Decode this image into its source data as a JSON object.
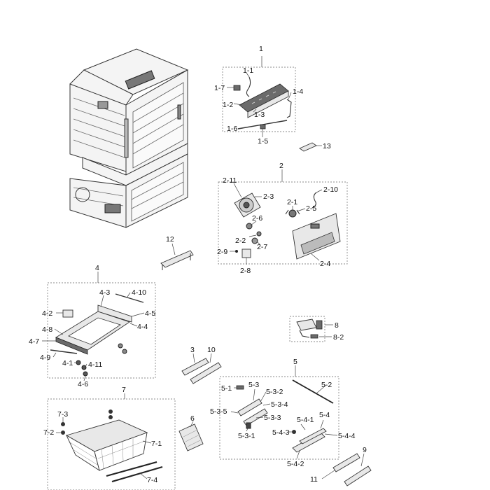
{
  "diagram": {
    "callouts": [
      {
        "id": "1",
        "text": "1"
      },
      {
        "id": "1-1",
        "text": "1-1"
      },
      {
        "id": "1-7",
        "text": "1-7"
      },
      {
        "id": "1-4",
        "text": "1-4"
      },
      {
        "id": "1-2",
        "text": "1-2"
      },
      {
        "id": "1-3",
        "text": "1-3"
      },
      {
        "id": "1-6",
        "text": "1-6"
      },
      {
        "id": "1-5",
        "text": "1-5"
      },
      {
        "id": "13",
        "text": "13"
      },
      {
        "id": "2",
        "text": "2"
      },
      {
        "id": "2-11",
        "text": "2-11"
      },
      {
        "id": "2-3",
        "text": "2-3"
      },
      {
        "id": "2-10",
        "text": "2-10"
      },
      {
        "id": "2-1",
        "text": "2-1"
      },
      {
        "id": "2-5",
        "text": "2-5"
      },
      {
        "id": "2-6",
        "text": "2-6"
      },
      {
        "id": "2-2",
        "text": "2-2"
      },
      {
        "id": "2-7",
        "text": "2-7"
      },
      {
        "id": "2-9",
        "text": "2-9"
      },
      {
        "id": "2-8",
        "text": "2-8"
      },
      {
        "id": "2-4",
        "text": "2-4"
      },
      {
        "id": "12",
        "text": "12"
      },
      {
        "id": "4",
        "text": "4"
      },
      {
        "id": "4-3",
        "text": "4-3"
      },
      {
        "id": "4-10",
        "text": "4-10"
      },
      {
        "id": "4-2",
        "text": "4-2"
      },
      {
        "id": "4-5",
        "text": "4-5"
      },
      {
        "id": "4-4",
        "text": "4-4"
      },
      {
        "id": "4-8",
        "text": "4-8"
      },
      {
        "id": "4-7",
        "text": "4-7"
      },
      {
        "id": "4-9",
        "text": "4-9"
      },
      {
        "id": "4-1",
        "text": "4-1"
      },
      {
        "id": "4-11",
        "text": "4-11"
      },
      {
        "id": "4-6",
        "text": "4-6"
      },
      {
        "id": "8",
        "text": "8"
      },
      {
        "id": "8-2",
        "text": "8-2"
      },
      {
        "id": "3",
        "text": "3"
      },
      {
        "id": "10",
        "text": "10"
      },
      {
        "id": "5",
        "text": "5"
      },
      {
        "id": "5-1",
        "text": "5-1"
      },
      {
        "id": "5-3",
        "text": "5-3"
      },
      {
        "id": "5-2",
        "text": "5-2"
      },
      {
        "id": "5-3-2",
        "text": "5-3-2"
      },
      {
        "id": "5-3-4",
        "text": "5-3-4"
      },
      {
        "id": "5-3-5",
        "text": "5-3-5"
      },
      {
        "id": "5-3-3",
        "text": "5-3-3"
      },
      {
        "id": "5-4",
        "text": "5-4"
      },
      {
        "id": "5-4-1",
        "text": "5-4-1"
      },
      {
        "id": "5-4-3",
        "text": "5-4-3"
      },
      {
        "id": "5-4-4",
        "text": "5-4-4"
      },
      {
        "id": "5-3-1",
        "text": "5-3-1"
      },
      {
        "id": "5-4-2",
        "text": "5-4-2"
      },
      {
        "id": "7",
        "text": "7"
      },
      {
        "id": "7-3",
        "text": "7-3"
      },
      {
        "id": "7-2",
        "text": "7-2"
      },
      {
        "id": "7-1",
        "text": "7-1"
      },
      {
        "id": "7-4",
        "text": "7-4"
      },
      {
        "id": "6",
        "text": "6"
      },
      {
        "id": "9",
        "text": "9"
      },
      {
        "id": "11",
        "text": "11"
      }
    ]
  }
}
